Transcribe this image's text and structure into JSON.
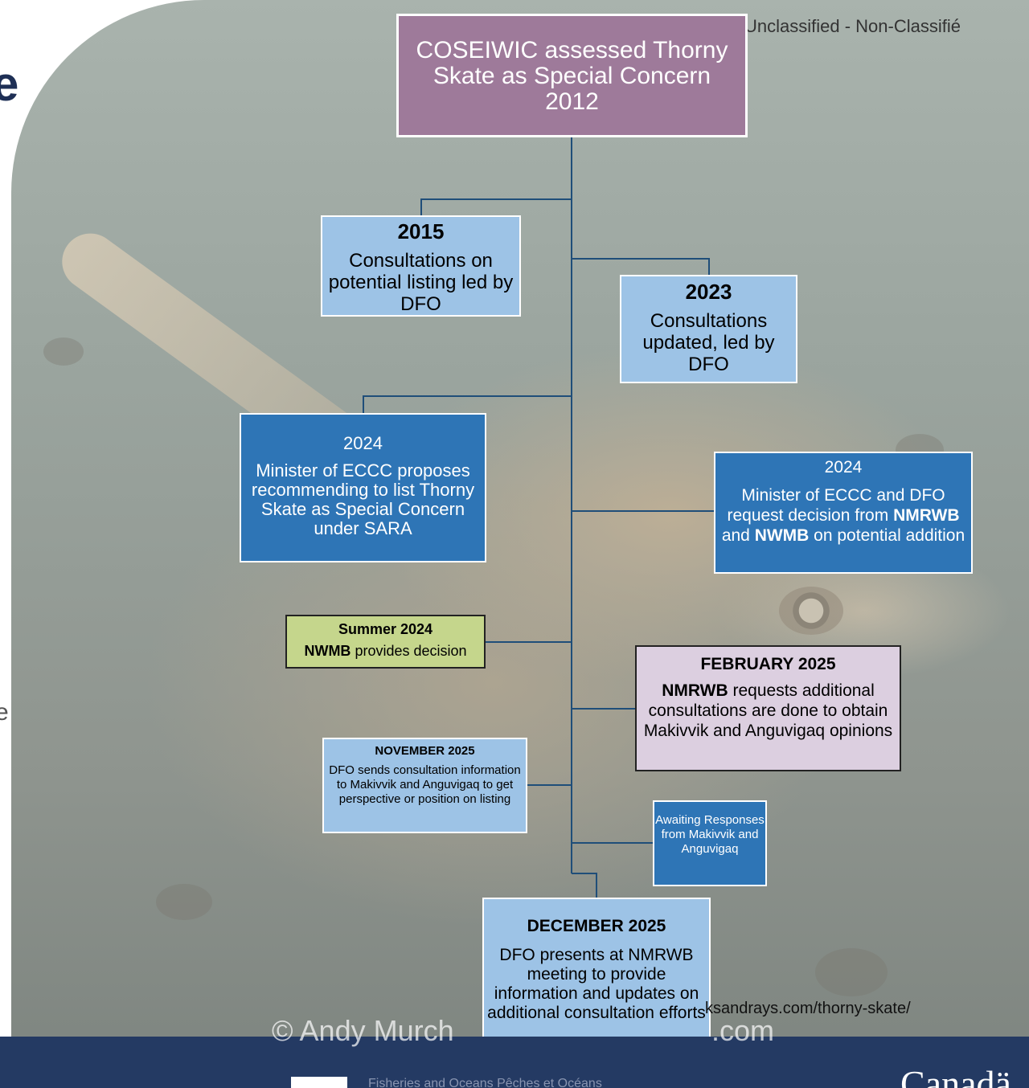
{
  "classification": "Unclassified - Non-Classifié",
  "edge_fragments": {
    "top": "e",
    "middle": "e"
  },
  "photo": {
    "watermark": "© Andy Murch",
    "watermark_com": ".com",
    "source_url": "ksandrays.com/thorny-skate/"
  },
  "timeline": {
    "root": {
      "line1": "COSEIWIC assessed Thorny",
      "line2": "Skate as Special Concern",
      "year": "2012"
    },
    "b2015": {
      "year": "2015",
      "text": "Consultations on potential listing led by DFO"
    },
    "b2023": {
      "year": "2023",
      "text": "Consultations updated, led by DFO"
    },
    "b2024a": {
      "year": "2024",
      "text": "Minister of ECCC proposes recommending to list Thorny Skate as Special Concern under SARA"
    },
    "b2024b": {
      "year": "2024",
      "text_pre": "Minister of ECCC and DFO request decision from ",
      "org1": "NMRWB",
      "mid": " and ",
      "org2": "NWMB",
      "text_post": " on potential addition"
    },
    "summer": {
      "title": "Summer 2024",
      "org": "NWMB",
      "text": " provides decision"
    },
    "feb": {
      "title": "FEBRUARY 2025",
      "org": "NMRWB",
      "text": " requests additional consultations are done to obtain Makivvik and Anguvigaq opinions"
    },
    "nov": {
      "title": "NOVEMBER 2025",
      "text": "DFO sends consultation information to Makivvik and Anguvigaq to get perspective or position on listing"
    },
    "await": {
      "text": "Awaiting Responses from Makivvik and Anguvigaq"
    },
    "dec": {
      "title": "DECEMBER 2025",
      "text": "DFO presents at NMRWB meeting to provide information and updates on additional consultation efforts"
    }
  },
  "footer": {
    "department": "Fisheries and Oceans   Pêches et Océans",
    "wordmark": "Canadä"
  }
}
